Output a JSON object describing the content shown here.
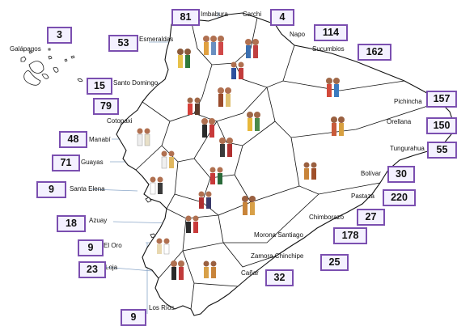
{
  "colors": {
    "box_border": "#7b4fb0",
    "box_fill": "#f4f1ff",
    "outline": "#111111",
    "leader": "#8aa6c8"
  },
  "icons": [
    "people-figures-icon"
  ],
  "provinces": [
    {
      "key": "galapagos",
      "name": "Galápagos",
      "count": "3"
    },
    {
      "key": "imbabura",
      "name": "Imbabura",
      "count": "81"
    },
    {
      "key": "carchi",
      "name": "Carchi",
      "count": "4"
    },
    {
      "key": "esmeraldas",
      "name": "Esmeraldas",
      "count": "53"
    },
    {
      "key": "napo",
      "name": "Napo",
      "count": "114"
    },
    {
      "key": "sucumbios",
      "name": "Sucumbios",
      "count": "162"
    },
    {
      "key": "santo_domingo",
      "name": "Santo Domingo",
      "count": "15"
    },
    {
      "key": "santo_domingo_b",
      "name": "",
      "count": "79"
    },
    {
      "key": "pichincha",
      "name": "Pichincha",
      "count": "157"
    },
    {
      "key": "cotopaxi",
      "name": "Cotopaxi",
      "count": ""
    },
    {
      "key": "orellana",
      "name": "Orellana",
      "count": "150"
    },
    {
      "key": "manabi",
      "name": "Manabí",
      "count": "48"
    },
    {
      "key": "tungurahua",
      "name": "Tungurahua",
      "count": "55"
    },
    {
      "key": "guayas",
      "name": "Guayas",
      "count": "71"
    },
    {
      "key": "bolivar",
      "name": "Bolívar",
      "count": "30"
    },
    {
      "key": "santa_elena",
      "name": "Santa Elena",
      "count": "9"
    },
    {
      "key": "pastaza",
      "name": "Pastaza",
      "count": "220"
    },
    {
      "key": "azuay",
      "name": "Azuay",
      "count": "18"
    },
    {
      "key": "chimborazo",
      "name": "Chimborazo",
      "count": "27"
    },
    {
      "key": "el_oro",
      "name": "El Oro",
      "count": "9"
    },
    {
      "key": "morona",
      "name": "Morona Santiago",
      "count": "178"
    },
    {
      "key": "zamora",
      "name": "Zamora Chinchipe",
      "count": "25"
    },
    {
      "key": "loja",
      "name": "Loja",
      "count": "23"
    },
    {
      "key": "canar",
      "name": "Cañar",
      "count": "32"
    },
    {
      "key": "los_rios",
      "name": "Los Ríos",
      "count": "9"
    }
  ]
}
